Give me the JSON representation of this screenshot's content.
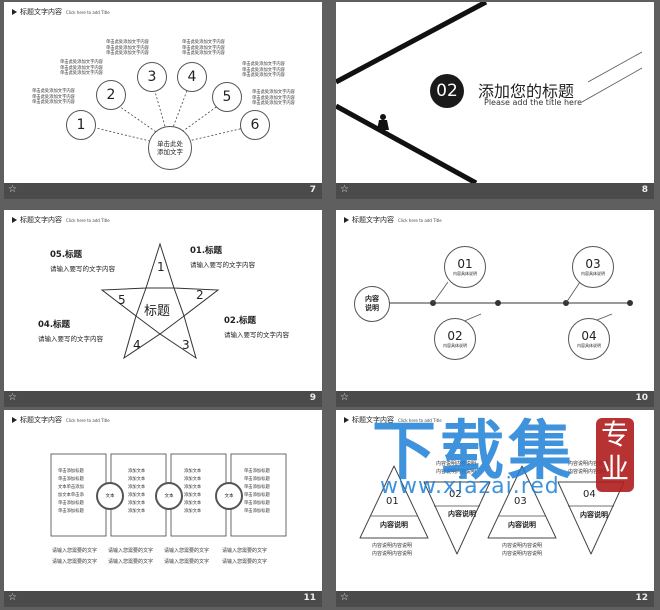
{
  "header": {
    "title": "标题文字内容",
    "subtitle": "Click here to add Title"
  },
  "slides": [
    {
      "number": "7",
      "center": [
        "单击此处",
        "添加文字"
      ],
      "nums": [
        "1",
        "2",
        "3",
        "4",
        "5",
        "6"
      ],
      "note": "单击此处添加文字内容"
    },
    {
      "number": "8",
      "badge": "02",
      "title_cn": "添加您的标题",
      "title_en": "Please add the title here"
    },
    {
      "number": "9",
      "center": "标题",
      "nums": [
        "1",
        "2",
        "3",
        "4",
        "5"
      ],
      "items": [
        {
          "title": "01.标题",
          "desc": "请输入要写的文字内容"
        },
        {
          "title": "02.标题",
          "desc": "请输入要写的文字内容"
        },
        {
          "title": "04.标题",
          "desc": "请输入要写的文字内容"
        },
        {
          "title": "05.标题",
          "desc": "请输入要写的文字内容"
        }
      ]
    },
    {
      "number": "10",
      "start": [
        "内容",
        "说明"
      ],
      "nums": [
        "01",
        "02",
        "03",
        "04"
      ],
      "desc": "内容具体说明"
    },
    {
      "number": "11",
      "center": "文本",
      "list_a": [
        "单击添加标题",
        "单击添加标题",
        "文本单击添加",
        "加文本单击添",
        "单击添加标题",
        "单击添加标题"
      ],
      "list_b": [
        "添加文本",
        "添加文本",
        "添加文本",
        "添加文本",
        "添加文本",
        "添加文本"
      ],
      "list_c": [
        "添加文本",
        "添加文本",
        "添加文本",
        "添加文本",
        "添加文本",
        "添加文本"
      ],
      "list_d": [
        "单击添加标题",
        "单击添加标题",
        "单击添加标题",
        "单击添加标题",
        "单击添加标题",
        "单击添加标题"
      ],
      "foot": "请输入您需要的文字"
    },
    {
      "number": "12",
      "nums": [
        "01",
        "02",
        "03",
        "04"
      ],
      "label": "内容说明",
      "line": "内容说明内容说明"
    }
  ],
  "watermark": {
    "cn": "下载集",
    "url": "www.xiazai.red",
    "seal": [
      "专",
      "业"
    ]
  }
}
